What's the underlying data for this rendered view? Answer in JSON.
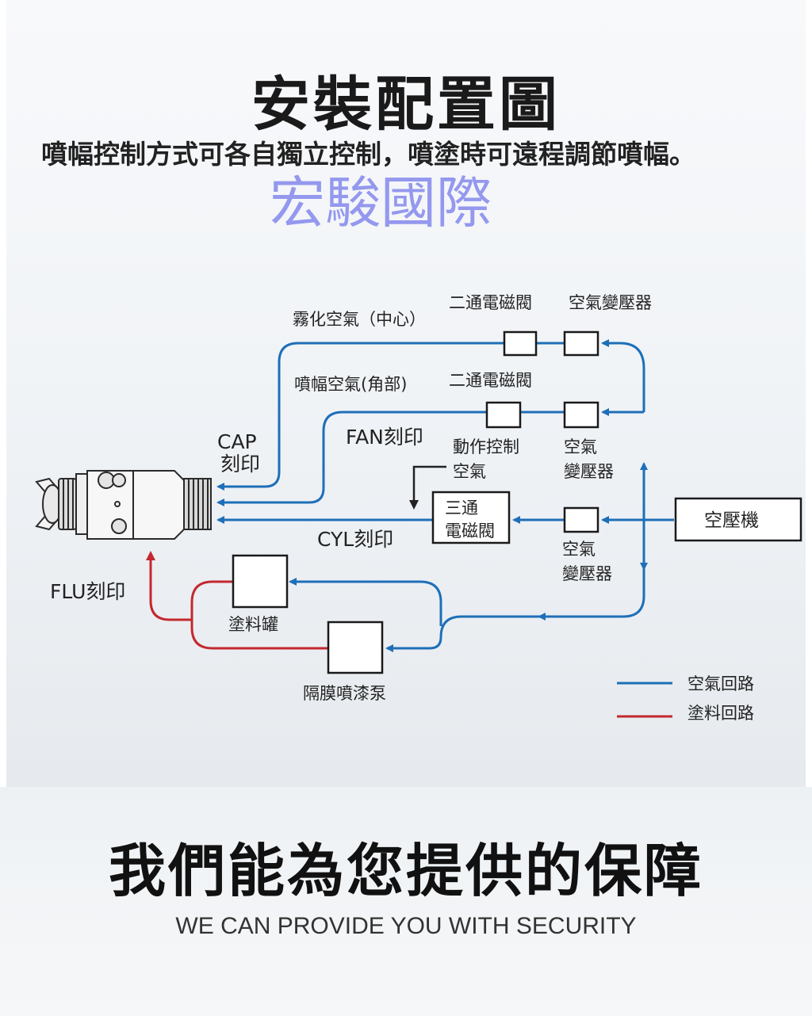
{
  "header": {
    "title": "安裝配置圖",
    "subtitle": "噴幅控制方式可各自獨立控制，噴塗時可遠程調節噴幅。",
    "watermark": "宏駿國際"
  },
  "diagram": {
    "labels": {
      "atomizing_air": "霧化空氣（中心）",
      "solenoid_2way_top": "二通電磁閥",
      "regulator_top": "空氣變壓器",
      "fan_air": "噴幅空氣(角部)",
      "solenoid_2way_mid": "二通電磁閥",
      "cap_line1": "CAP",
      "cap_line2": "刻印",
      "fan_mark": "FAN刻印",
      "action_control_line1": "動作控制",
      "action_control_line2": "空氣",
      "regulator_mid_line1": "空氣",
      "regulator_mid_line2": "變壓器",
      "solenoid_3way_line1": "三通",
      "solenoid_3way_line2": "電磁閥",
      "compressor": "空壓機",
      "cyl_mark": "CYL刻印",
      "regulator_low_line1": "空氣",
      "regulator_low_line2": "變壓器",
      "flu_mark": "FLU刻印",
      "paint_tank": "塗料罐",
      "diaphragm_pump": "隔膜噴漆泵"
    },
    "legend": {
      "air": "空氣回路",
      "paint": "塗料回路"
    },
    "colors": {
      "air_line": "#1e6fb8",
      "paint_line": "#c4282f"
    }
  },
  "security": {
    "title": "我們能為您提供的保障",
    "subtitle": "WE CAN PROVIDE YOU WITH SECURITY"
  }
}
